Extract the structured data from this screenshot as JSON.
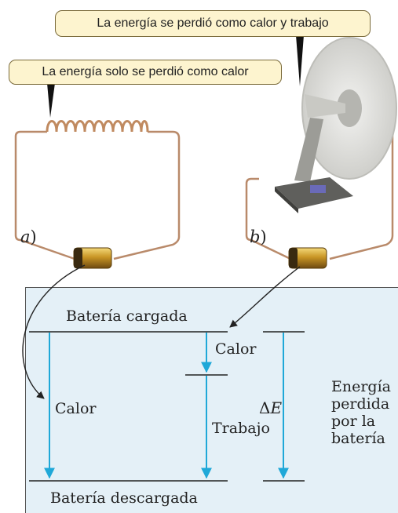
{
  "callouts": {
    "heat_only": "La energía solo se perdió como calor",
    "heat_and_work": "La energía se perdió como calor y trabajo"
  },
  "subfigures": {
    "a_letter": "a",
    "a_paren": ")",
    "b_letter": "b",
    "b_paren": ")"
  },
  "diagram": {
    "charged_label": "Batería cargada",
    "discharged_label": "Batería descargada",
    "heat_label_a": "Calor",
    "heat_label_b": "Calor",
    "work_label": "Trabajo",
    "delta_symbol": "Δ",
    "delta_var": "E",
    "energy_lost_lines": [
      "Energía",
      "perdida",
      "por la",
      "batería"
    ]
  },
  "colors": {
    "panel_bg": "#e4f0f7",
    "arrow_blue": "#1fa8d8",
    "callout_bg": "#fdf4cf",
    "wire_copper": "#b98a6a"
  }
}
